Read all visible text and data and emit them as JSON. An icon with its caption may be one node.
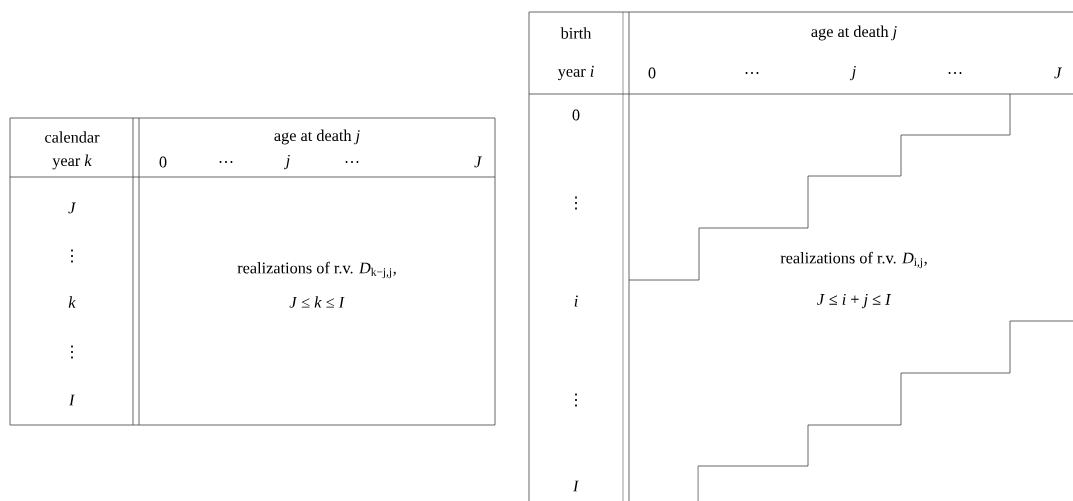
{
  "diagram": {
    "labels": [
      "calendar",
      "age at death *j*",
      "year *k*",
      "0",
      "…",
      "*j*",
      "…",
      "*J*",
      "*J*",
      "⋮",
      "realizations of r.v. *D*$_{k−j,j}$,",
      "*k*",
      "*J* ≤ *k* ≤ *I*",
      "⋮",
      "*I*",
      "birth",
      "age at death *j*",
      "year *i*",
      "0",
      "…",
      "*j*",
      "…",
      "*J*",
      "0",
      "⋮",
      "realizations of r.v. *D*$_{i,j}$,",
      "*i*",
      "*J* ≤ *i* + *j* ≤ *I*",
      "⋮",
      "*I*"
    ]
  }
}
